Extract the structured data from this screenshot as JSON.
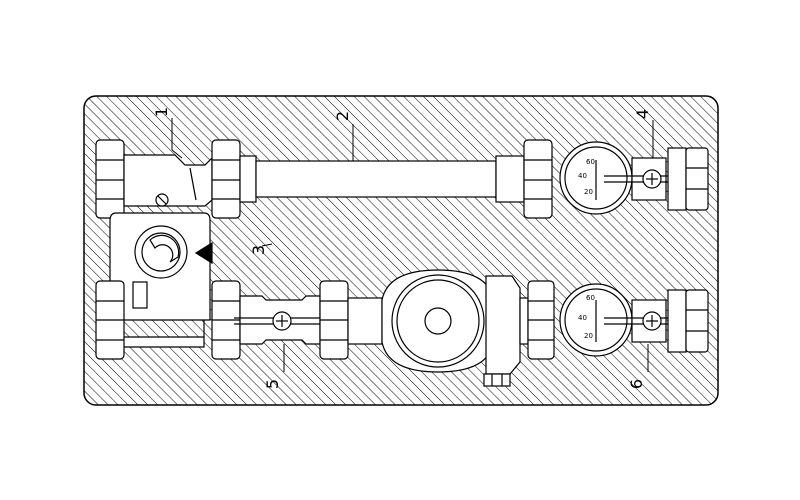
{
  "colors": {
    "line": "#000000",
    "fill": "#ffffff",
    "panel": "#ffffff"
  },
  "labels": {
    "1": "1",
    "2": "2",
    "3": "3",
    "4": "4",
    "5": "5",
    "6": "6"
  }
}
